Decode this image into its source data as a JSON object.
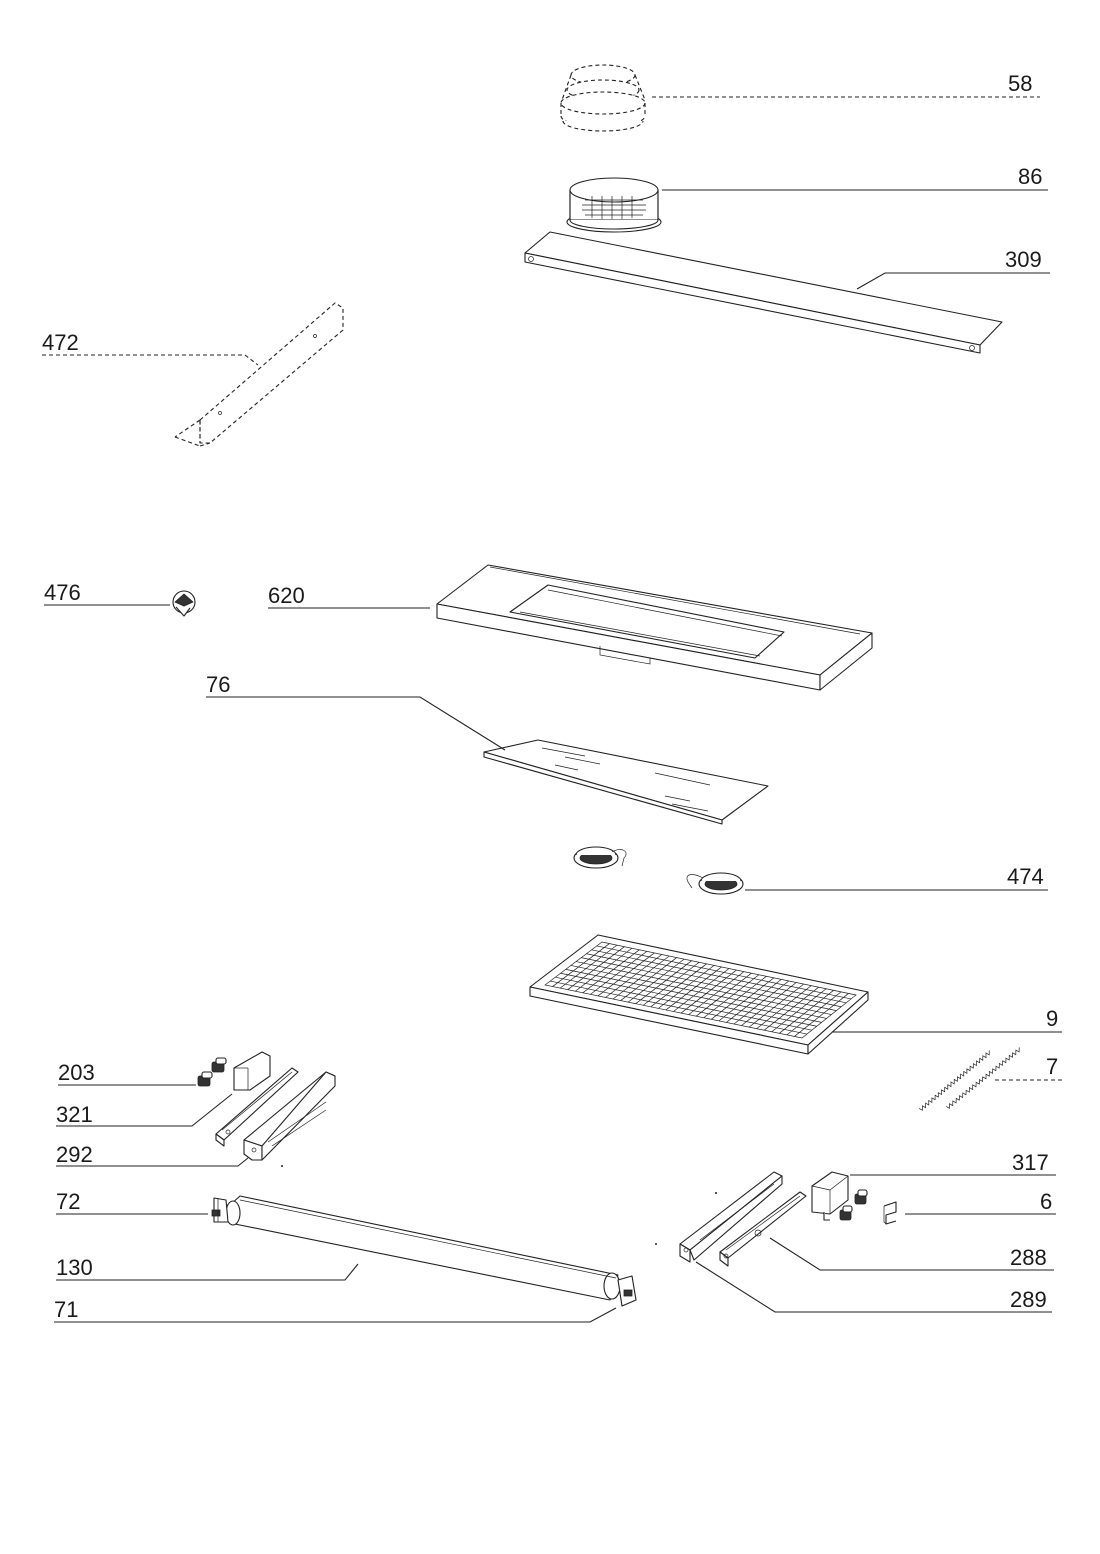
{
  "parts": {
    "p58": "58",
    "p86": "86",
    "p309": "309",
    "p472": "472",
    "p476": "476",
    "p620": "620",
    "p76": "76",
    "p474": "474",
    "p9": "9",
    "p7": "7",
    "p203": "203",
    "p321": "321",
    "p292": "292",
    "p72": "72",
    "p130": "130",
    "p71": "71",
    "p317": "317",
    "p6": "6",
    "p288": "288",
    "p289": "289"
  }
}
